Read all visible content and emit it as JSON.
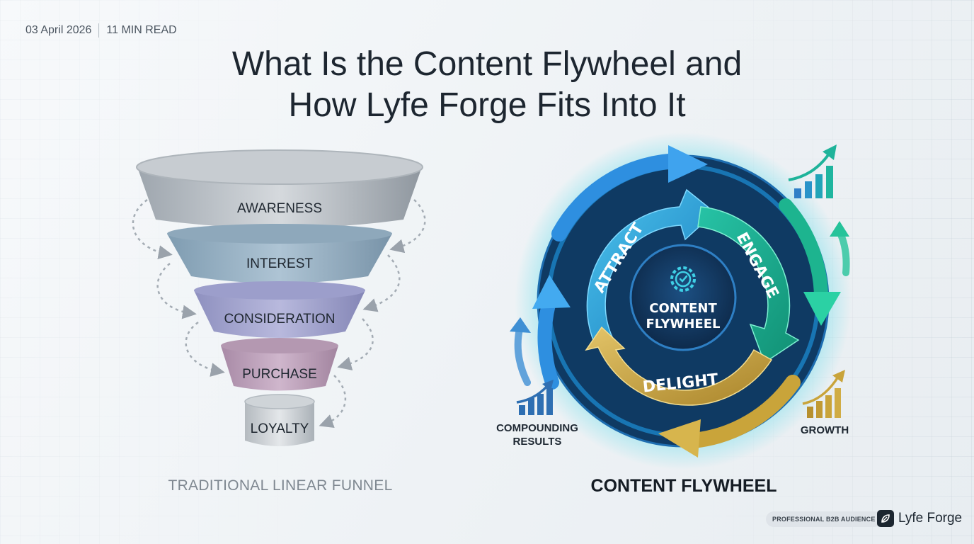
{
  "header": {
    "date": "03 April 2026",
    "read_time": "11 MIN READ"
  },
  "title": {
    "line1": "What Is the Content Flywheel and",
    "line2": "How Lyfe Forge Fits Into It"
  },
  "funnel": {
    "stages": [
      "AWARENESS",
      "INTEREST",
      "CONSIDERATION",
      "PURCHASE",
      "LOYALTY"
    ],
    "caption": "TRADITIONAL LINEAR FUNNEL"
  },
  "flywheel": {
    "center_line1": "CONTENT",
    "center_line2": "FLYWHEEL",
    "segments": [
      "ATTRACT",
      "ENGAGE",
      "DELIGHT"
    ],
    "caption": "CONTENT FLYWHEEL",
    "left_label_line1": "COMPOUNDING",
    "left_label_line2": "RESULTS",
    "right_label": "GROWTH"
  },
  "footer": {
    "badge": "PROFESSIONAL B2B AUDIENCE",
    "brand": "Lyfe Forge"
  },
  "colors": {
    "attract": "#2fa8d8",
    "engage": "#1fbf9a",
    "delight": "#c9a43a",
    "wheel_dark": "#0f3a63",
    "arrow_blue": "#2e8fe0"
  },
  "icons": [
    "gear-check-icon",
    "growth-chart-icon",
    "brand-leaf-icon"
  ]
}
